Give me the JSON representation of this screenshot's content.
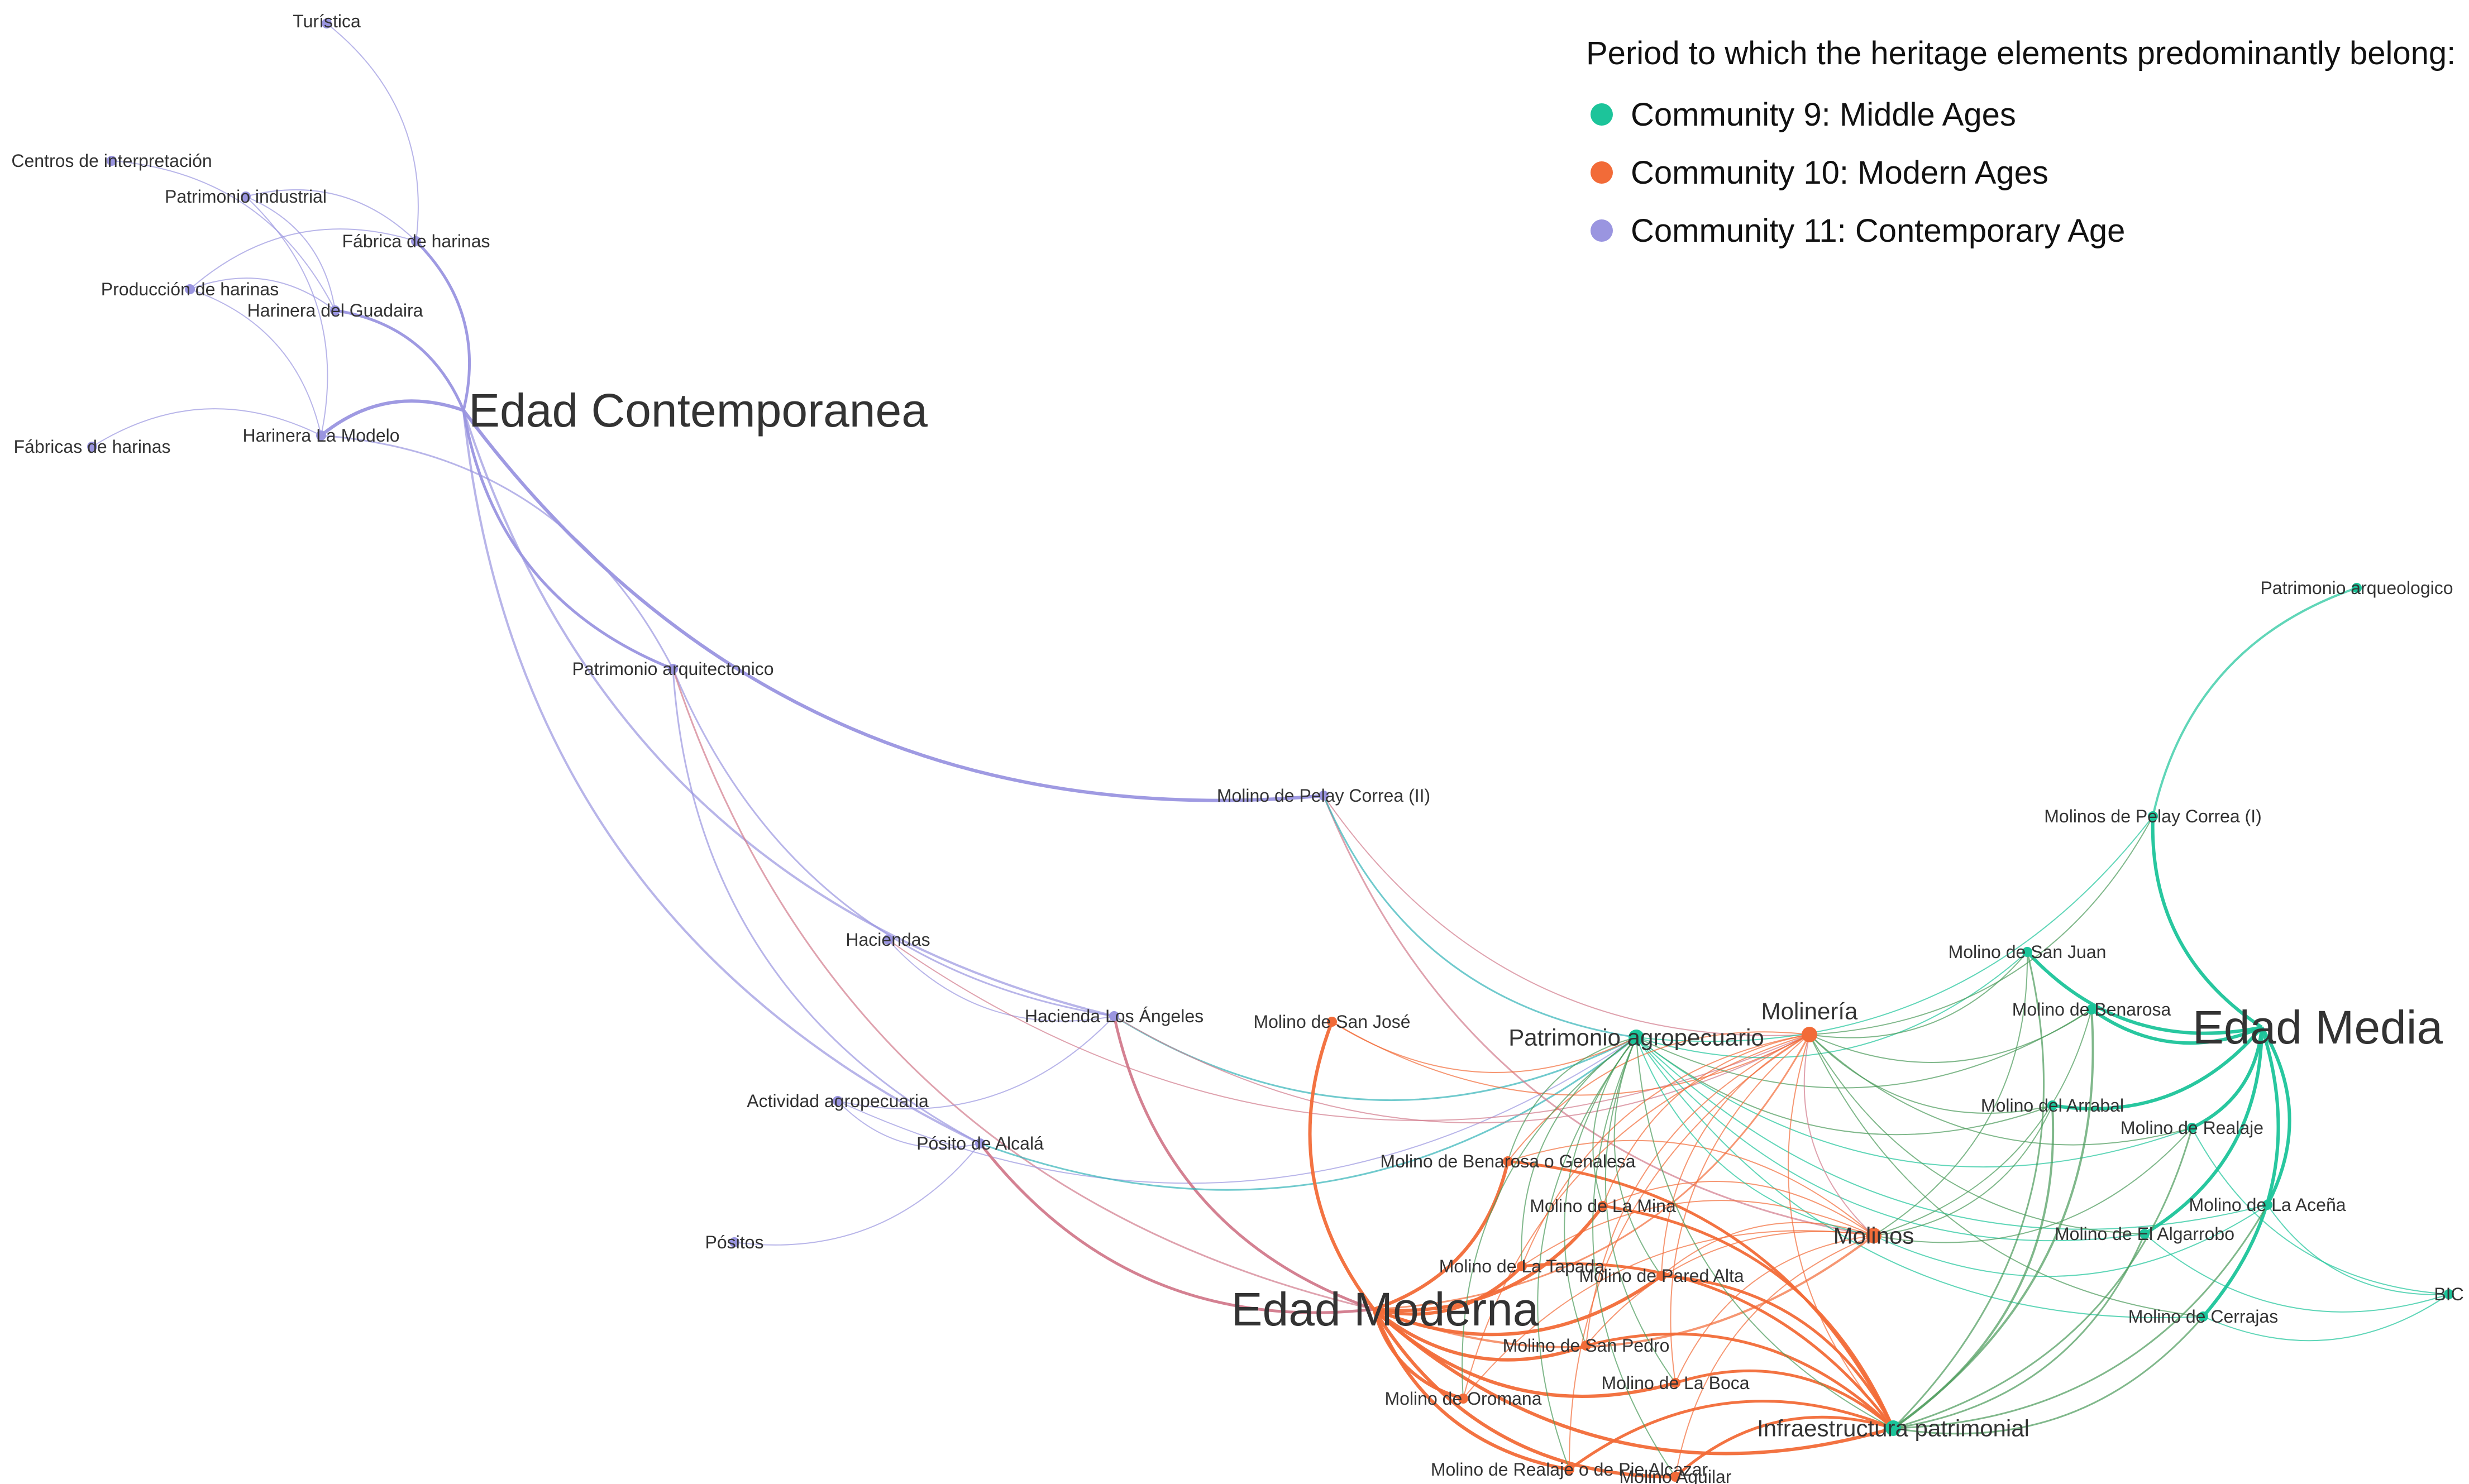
{
  "legend": {
    "title": "Period to which the heritage elements predominantly belong:",
    "items": [
      {
        "label": "Community 9: Middle Ages",
        "color": "#1cc49a"
      },
      {
        "label": "Community 10: Modern Ages",
        "color": "#f26b38"
      },
      {
        "label": "Community 11: Contemporary Age",
        "color": "#9a95e0"
      }
    ]
  },
  "edge_colors": {
    "c9": "#1cc49a",
    "c9b": "#4a9a5a",
    "c10": "#f26b38",
    "c11": "#9a95e0",
    "mix": "#d27a8c",
    "teal": "#33b3b8"
  },
  "nodes": [
    {
      "id": "turistica",
      "label": "Turística",
      "size": "s",
      "community": "c11"
    },
    {
      "id": "centros",
      "label": "Centros de interpretación",
      "size": "s",
      "community": "c11"
    },
    {
      "id": "patind",
      "label": "Patrimonio industrial",
      "size": "s",
      "community": "c11"
    },
    {
      "id": "fabrica",
      "label": "Fábrica de harinas",
      "size": "s",
      "community": "c11"
    },
    {
      "id": "produccion",
      "label": "Producción de harinas",
      "size": "s",
      "community": "c11"
    },
    {
      "id": "guadaira",
      "label": "Harinera del Guadaira",
      "size": "s",
      "community": "c11"
    },
    {
      "id": "fabricas",
      "label": "Fábricas de harinas",
      "size": "s",
      "community": "c11"
    },
    {
      "id": "modelo",
      "label": "Harinera La Modelo",
      "size": "s",
      "community": "c11"
    },
    {
      "id": "edadcont",
      "label": "Edad Contemporanea",
      "size": "l",
      "community": "c11"
    },
    {
      "id": "patarq",
      "label": "Patrimonio arquitectonico",
      "size": "s",
      "community": "c11"
    },
    {
      "id": "pelay2",
      "label": "Molino de Pelay Correa (II)",
      "size": "s",
      "community": "c11"
    },
    {
      "id": "haciendas",
      "label": "Haciendas",
      "size": "s",
      "community": "c11"
    },
    {
      "id": "hacienda",
      "label": "Hacienda Los Ángeles",
      "size": "s",
      "community": "c11"
    },
    {
      "id": "sanjose",
      "label": "Molino de San José",
      "size": "s",
      "community": "c10"
    },
    {
      "id": "actividad",
      "label": "Actividad agropecuaria",
      "size": "s",
      "community": "c11"
    },
    {
      "id": "posito",
      "label": "Pósito de Alcalá",
      "size": "s",
      "community": "c11"
    },
    {
      "id": "positos",
      "label": "Pósitos",
      "size": "s",
      "community": "c11"
    },
    {
      "id": "patagro",
      "label": "Patrimonio agropecuario",
      "size": "m",
      "community": "c9"
    },
    {
      "id": "molineria",
      "label": "Molinería",
      "size": "m",
      "community": "c10"
    },
    {
      "id": "patarqueo",
      "label": "Patrimonio arqueologico",
      "size": "s",
      "community": "c9"
    },
    {
      "id": "pelay1",
      "label": "Molinos de Pelay Correa (I)",
      "size": "s",
      "community": "c9"
    },
    {
      "id": "sanjuan",
      "label": "Molino de San Juan",
      "size": "s",
      "community": "c9"
    },
    {
      "id": "benarosa",
      "label": "Molino de Benarosa",
      "size": "s",
      "community": "c9"
    },
    {
      "id": "edadmedia",
      "label": "Edad Media",
      "size": "l",
      "community": "c9"
    },
    {
      "id": "arrabal",
      "label": "Molino del Arrabal",
      "size": "s",
      "community": "c9"
    },
    {
      "id": "realaje",
      "label": "Molino de Realaje",
      "size": "s",
      "community": "c9"
    },
    {
      "id": "acena",
      "label": "Molino de La Aceña",
      "size": "s",
      "community": "c9"
    },
    {
      "id": "algarrobo",
      "label": "Molino de El Algarrobo",
      "size": "s",
      "community": "c9"
    },
    {
      "id": "bic",
      "label": "BIC",
      "size": "s",
      "community": "c9"
    },
    {
      "id": "cerrajas",
      "label": "Molino de Cerrajas",
      "size": "s",
      "community": "c9"
    },
    {
      "id": "molinos",
      "label": "Molinos",
      "size": "m",
      "community": "c10"
    },
    {
      "id": "genalesa",
      "label": "Molino de Benarosa o Genalesa",
      "size": "s",
      "community": "c10"
    },
    {
      "id": "mina",
      "label": "Molino de La Mina",
      "size": "s",
      "community": "c10"
    },
    {
      "id": "tapada",
      "label": "Molino de La Tapada",
      "size": "s",
      "community": "c10"
    },
    {
      "id": "paredalta",
      "label": "Molino de Pared Alta",
      "size": "s",
      "community": "c10"
    },
    {
      "id": "edadmod",
      "label": "Edad Moderna",
      "size": "l",
      "community": "c10"
    },
    {
      "id": "sanpedro",
      "label": "Molino de San Pedro",
      "size": "s",
      "community": "c10"
    },
    {
      "id": "laboca",
      "label": "Molino de La Boca",
      "size": "s",
      "community": "c10"
    },
    {
      "id": "oromana",
      "label": "Molino de Oromana",
      "size": "s",
      "community": "c10"
    },
    {
      "id": "infra",
      "label": "Infraestructura patrimonial",
      "size": "m",
      "community": "c9"
    },
    {
      "id": "realajepie",
      "label": "Molino de Realaje o de Pie Alcazar",
      "size": "s",
      "community": "c10"
    },
    {
      "id": "aguilar",
      "label": "Molino Aguilar",
      "size": "s",
      "community": "c10"
    }
  ],
  "edges": [
    [
      "edadcont",
      "patarq",
      "c11",
      5
    ],
    [
      "edadcont",
      "pelay2",
      "c11",
      6
    ],
    [
      "edadcont",
      "modelo",
      "c11",
      6
    ],
    [
      "edadcont",
      "guadaira",
      "c11",
      5
    ],
    [
      "edadcont",
      "fabrica",
      "c11",
      5
    ],
    [
      "edadcont",
      "hacienda",
      "c11",
      4
    ],
    [
      "edadcont",
      "posito",
      "c11",
      4
    ],
    [
      "modelo",
      "fabricas",
      "c11",
      2
    ],
    [
      "modelo",
      "produccion",
      "c11",
      2
    ],
    [
      "modelo",
      "patind",
      "c11",
      2
    ],
    [
      "guadaira",
      "produccion",
      "c11",
      2
    ],
    [
      "guadaira",
      "patind",
      "c11",
      2
    ],
    [
      "guadaira",
      "centros",
      "c11",
      2
    ],
    [
      "fabrica",
      "patind",
      "c11",
      2
    ],
    [
      "fabrica",
      "produccion",
      "c11",
      2
    ],
    [
      "fabrica",
      "turistica",
      "c11",
      2
    ],
    [
      "patarq",
      "hacienda",
      "c11",
      3
    ],
    [
      "patarq",
      "posito",
      "c11",
      3
    ],
    [
      "patarq",
      "edadmod",
      "mix",
      3
    ],
    [
      "patarq",
      "modelo",
      "c11",
      3
    ],
    [
      "haciendas",
      "hacienda",
      "c11",
      2
    ],
    [
      "actividad",
      "hacienda",
      "c11",
      2
    ],
    [
      "actividad",
      "posito",
      "c11",
      2
    ],
    [
      "positos",
      "posito",
      "c11",
      2
    ],
    [
      "actividad",
      "patagro",
      "c11",
      2
    ],
    [
      "hacienda",
      "edadmod",
      "mix",
      5
    ],
    [
      "posito",
      "edadmod",
      "mix",
      5
    ],
    [
      "hacienda",
      "patagro",
      "teal",
      3
    ],
    [
      "posito",
      "patagro",
      "teal",
      3
    ],
    [
      "hacienda",
      "molineria",
      "mix",
      2
    ],
    [
      "pelay2",
      "molineria",
      "mix",
      2
    ],
    [
      "pelay2",
      "molinos",
      "mix",
      3
    ],
    [
      "pelay2",
      "patagro",
      "teal",
      3
    ],
    [
      "haciendas",
      "molineria",
      "mix",
      2
    ],
    [
      "sanjose",
      "edadmod",
      "c10",
      6
    ],
    [
      "sanjose",
      "molineria",
      "c10",
      2
    ],
    [
      "sanjose",
      "patagro",
      "c10",
      2
    ],
    [
      "patarqueo",
      "pelay1",
      "c9",
      4
    ],
    [
      "pelay1",
      "edadmedia",
      "c9",
      6
    ],
    [
      "sanjuan",
      "edadmedia",
      "c9",
      6
    ],
    [
      "benarosa",
      "edadmedia",
      "c9",
      6
    ],
    [
      "arrabal",
      "edadmedia",
      "c9",
      6
    ],
    [
      "realaje",
      "edadmedia",
      "c9",
      6
    ],
    [
      "acena",
      "edadmedia",
      "c9",
      6
    ],
    [
      "algarrobo",
      "edadmedia",
      "c9",
      6
    ],
    [
      "cerrajas",
      "edadmedia",
      "c9",
      6
    ],
    [
      "acena",
      "bic",
      "c9",
      2
    ],
    [
      "algarrobo",
      "bic",
      "c9",
      2
    ],
    [
      "cerrajas",
      "bic",
      "c9",
      2
    ],
    [
      "realaje",
      "bic",
      "c9",
      2
    ],
    [
      "patagro",
      "sanjuan",
      "c9",
      2
    ],
    [
      "patagro",
      "benarosa",
      "c9b",
      2
    ],
    [
      "patagro",
      "arrabal",
      "c9b",
      2
    ],
    [
      "patagro",
      "realaje",
      "c9",
      2
    ],
    [
      "patagro",
      "algarrobo",
      "c9",
      2
    ],
    [
      "patagro",
      "cerrajas",
      "c9",
      2
    ],
    [
      "patagro",
      "pelay1",
      "c9",
      2
    ],
    [
      "patagro",
      "acena",
      "c9",
      2
    ],
    [
      "molineria",
      "sanjuan",
      "c9b",
      2
    ],
    [
      "molineria",
      "pelay1",
      "c9b",
      2
    ],
    [
      "molineria",
      "benarosa",
      "c9b",
      2
    ],
    [
      "molineria",
      "arrabal",
      "c9b",
      2
    ],
    [
      "molineria",
      "realaje",
      "c9b",
      2
    ],
    [
      "molineria",
      "algarrobo",
      "c9b",
      2
    ],
    [
      "molineria",
      "cerrajas",
      "c9b",
      2
    ],
    [
      "molinos",
      "sanjuan",
      "c9b",
      2
    ],
    [
      "molinos",
      "benarosa",
      "c9b",
      2
    ],
    [
      "molinos",
      "arrabal",
      "c9b",
      2
    ],
    [
      "molinos",
      "realaje",
      "c9b",
      2
    ],
    [
      "molinos",
      "acena",
      "c9",
      2
    ],
    [
      "infra",
      "benarosa",
      "c9b",
      4
    ],
    [
      "infra",
      "arrabal",
      "c9b",
      4
    ],
    [
      "infra",
      "sanjuan",
      "c9b",
      3
    ],
    [
      "infra",
      "realaje",
      "c9b",
      3
    ],
    [
      "infra",
      "cerrajas",
      "c9b",
      3
    ],
    [
      "infra",
      "algarrobo",
      "c9b",
      3
    ],
    [
      "infra",
      "acena",
      "c9b",
      3
    ],
    [
      "edadmod",
      "genalesa",
      "c10",
      6
    ],
    [
      "edadmod",
      "mina",
      "c10",
      6
    ],
    [
      "edadmod",
      "tapada",
      "c10",
      6
    ],
    [
      "edadmod",
      "paredalta",
      "c10",
      6
    ],
    [
      "edadmod",
      "sanpedro",
      "c10",
      6
    ],
    [
      "edadmod",
      "laboca",
      "c10",
      6
    ],
    [
      "edadmod",
      "oromana",
      "c10",
      6
    ],
    [
      "edadmod",
      "realajepie",
      "c10",
      6
    ],
    [
      "edadmod",
      "aguilar",
      "c10",
      6
    ],
    [
      "edadmod",
      "infra",
      "c10",
      6
    ],
    [
      "edadmod",
      "molinos",
      "c10",
      4
    ],
    [
      "edadmod",
      "molineria",
      "c10",
      3
    ],
    [
      "infra",
      "genalesa",
      "c10",
      5
    ],
    [
      "infra",
      "mina",
      "c10",
      5
    ],
    [
      "infra",
      "tapada",
      "c10",
      5
    ],
    [
      "infra",
      "paredalta",
      "c10",
      5
    ],
    [
      "infra",
      "sanpedro",
      "c10",
      5
    ],
    [
      "infra",
      "laboca",
      "c10",
      5
    ],
    [
      "infra",
      "realajepie",
      "c10",
      5
    ],
    [
      "infra",
      "aguilar",
      "c10",
      5
    ],
    [
      "molinos",
      "genalesa",
      "c10",
      2
    ],
    [
      "molinos",
      "mina",
      "c10",
      2
    ],
    [
      "molinos",
      "tapada",
      "c10",
      2
    ],
    [
      "molinos",
      "paredalta",
      "c10",
      2
    ],
    [
      "molinos",
      "sanpedro",
      "c10",
      2
    ],
    [
      "molinos",
      "laboca",
      "c10",
      2
    ],
    [
      "molinos",
      "oromana",
      "c10",
      2
    ],
    [
      "molinos",
      "aguilar",
      "c10",
      2
    ],
    [
      "molineria",
      "genalesa",
      "c10",
      2
    ],
    [
      "molineria",
      "mina",
      "c10",
      2
    ],
    [
      "molineria",
      "tapada",
      "c10",
      2
    ],
    [
      "molineria",
      "paredalta",
      "c10",
      2
    ],
    [
      "molineria",
      "sanpedro",
      "c10",
      2
    ],
    [
      "molineria",
      "laboca",
      "c10",
      2
    ],
    [
      "molineria",
      "oromana",
      "c10",
      2
    ],
    [
      "molineria",
      "realajepie",
      "c10",
      2
    ],
    [
      "patagro",
      "genalesa",
      "c9b",
      2
    ],
    [
      "patagro",
      "mina",
      "c9b",
      2
    ],
    [
      "patagro",
      "tapada",
      "c9b",
      2
    ],
    [
      "patagro",
      "paredalta",
      "c9b",
      2
    ],
    [
      "patagro",
      "sanpedro",
      "c9b",
      2
    ],
    [
      "patagro",
      "laboca",
      "c9b",
      2
    ],
    [
      "patagro",
      "oromana",
      "c9b",
      2
    ],
    [
      "patagro",
      "realajepie",
      "c9b",
      2
    ],
    [
      "patagro",
      "aguilar",
      "c9b",
      2
    ],
    [
      "patagro",
      "molinos",
      "c9",
      2
    ],
    [
      "patagro",
      "infra",
      "c9b",
      2
    ],
    [
      "molineria",
      "infra",
      "c10",
      2
    ],
    [
      "molineria",
      "molinos",
      "mix",
      2
    ]
  ]
}
